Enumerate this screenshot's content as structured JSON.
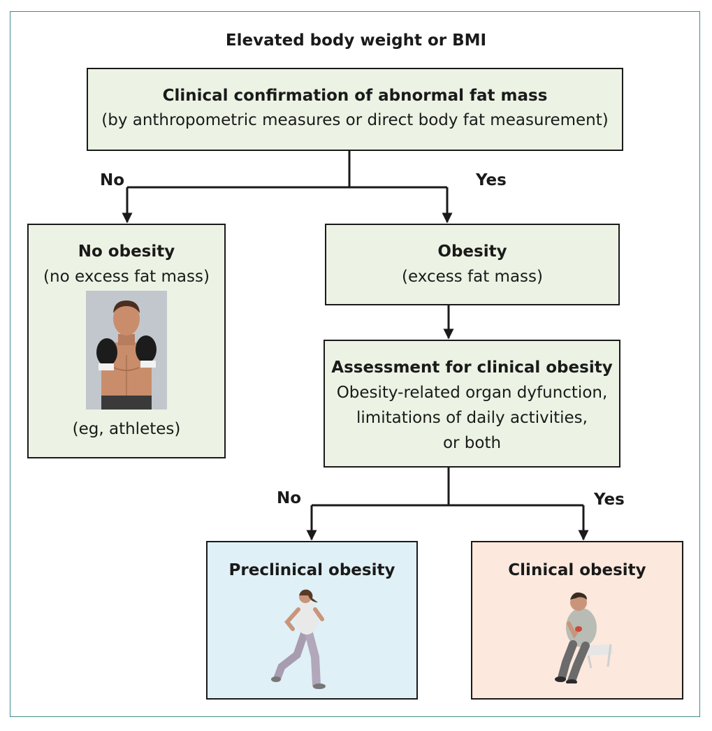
{
  "diagram": {
    "title": "Elevated body weight or BMI",
    "nodes": {
      "confirmation": {
        "title": "Clinical confirmation of abnormal fat mass",
        "subtitle": "(by anthropometric measures or direct body fat measurement)"
      },
      "no_obesity": {
        "title": "No obesity",
        "subtitle": "(no excess fat mass)",
        "caption": "(eg, athletes)",
        "image": "boxer-illustration"
      },
      "obesity": {
        "title": "Obesity",
        "subtitle": "(excess fat mass)"
      },
      "assessment": {
        "title": "Assessment for clinical obesity",
        "line1": "Obesity-related organ dyfunction,",
        "line2": "limitations of daily activities,",
        "line3": "or both"
      },
      "preclinical": {
        "title": "Preclinical obesity",
        "image": "running-woman-illustration"
      },
      "clinical": {
        "title": "Clinical obesity",
        "image": "seated-man-illustration"
      }
    },
    "edges": [
      {
        "from": "confirmation",
        "to": "no_obesity",
        "label": "No"
      },
      {
        "from": "confirmation",
        "to": "obesity",
        "label": "Yes"
      },
      {
        "from": "obesity",
        "to": "assessment",
        "label": ""
      },
      {
        "from": "assessment",
        "to": "preclinical",
        "label": "No"
      },
      {
        "from": "assessment",
        "to": "clinical",
        "label": "Yes"
      }
    ],
    "colors": {
      "green_fill": "#ecf3e4",
      "blue_fill": "#dff0f6",
      "pink_fill": "#fce8dd",
      "frame": "#3f8a8f",
      "stroke": "#1a1a1a"
    }
  }
}
